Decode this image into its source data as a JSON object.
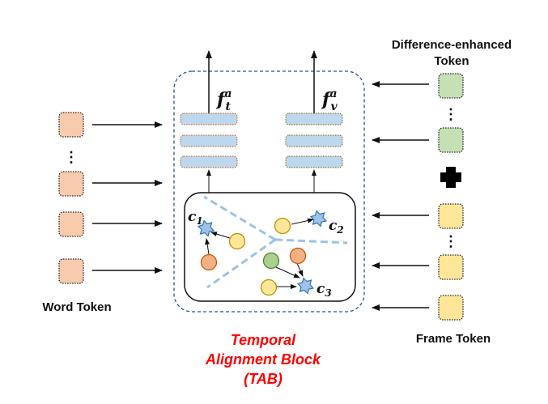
{
  "labels": {
    "word_token": "Word Token",
    "frame_token": "Frame Token",
    "diff_token_line1": "Difference-enhanced",
    "diff_token_line2": "Token",
    "block_line1": "Temporal",
    "block_line2": "Alignment Block",
    "block_line3": "(TAB)",
    "ellipsis": "⋮",
    "plus": "+"
  },
  "features": {
    "text": {
      "base": "f",
      "sup": "a",
      "sub": "t"
    },
    "video": {
      "base": "f",
      "sup": "a",
      "sub": "v"
    }
  },
  "clusters": {
    "c1": {
      "base": "c",
      "sub": "1"
    },
    "c2": {
      "base": "c",
      "sub": "2"
    },
    "c3": {
      "base": "c",
      "sub": "3"
    }
  },
  "colors": {
    "word_fill": "#f8cbad",
    "frame_fill": "#ffe699",
    "diff_fill": "#c5e0b4",
    "feat_fill": "#bdd7ee",
    "green_node": "#a9d18e",
    "orange_node": "#f4b183",
    "yellow_node": "#ffe699",
    "star_fill": "#9dc3e6",
    "star_stroke": "#2e75b6",
    "dashed_border": "#2f5597",
    "divider": "#9dc3e6",
    "title_red": "#ff0000"
  }
}
